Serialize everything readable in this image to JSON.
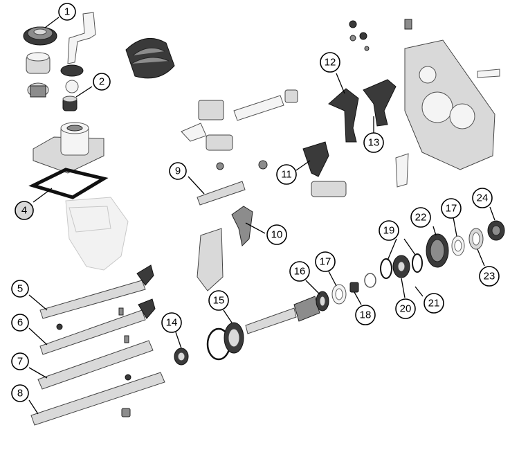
{
  "diagram": {
    "callouts": [
      {
        "id": "1",
        "label": "1"
      },
      {
        "id": "2",
        "label": "2"
      },
      {
        "id": "4",
        "label": "4"
      },
      {
        "id": "5",
        "label": "5"
      },
      {
        "id": "6",
        "label": "6"
      },
      {
        "id": "7",
        "label": "7"
      },
      {
        "id": "8",
        "label": "8"
      },
      {
        "id": "9",
        "label": "9"
      },
      {
        "id": "10",
        "label": "10"
      },
      {
        "id": "11",
        "label": "11"
      },
      {
        "id": "12",
        "label": "12"
      },
      {
        "id": "13",
        "label": "13"
      },
      {
        "id": "14",
        "label": "14"
      },
      {
        "id": "15",
        "label": "15"
      },
      {
        "id": "16",
        "label": "16"
      },
      {
        "id": "17a",
        "label": "17"
      },
      {
        "id": "17b",
        "label": "17"
      },
      {
        "id": "18",
        "label": "18"
      },
      {
        "id": "19",
        "label": "19"
      },
      {
        "id": "20",
        "label": "20"
      },
      {
        "id": "21",
        "label": "21"
      },
      {
        "id": "22",
        "label": "22"
      },
      {
        "id": "23",
        "label": "23"
      },
      {
        "id": "24",
        "label": "24"
      }
    ]
  }
}
